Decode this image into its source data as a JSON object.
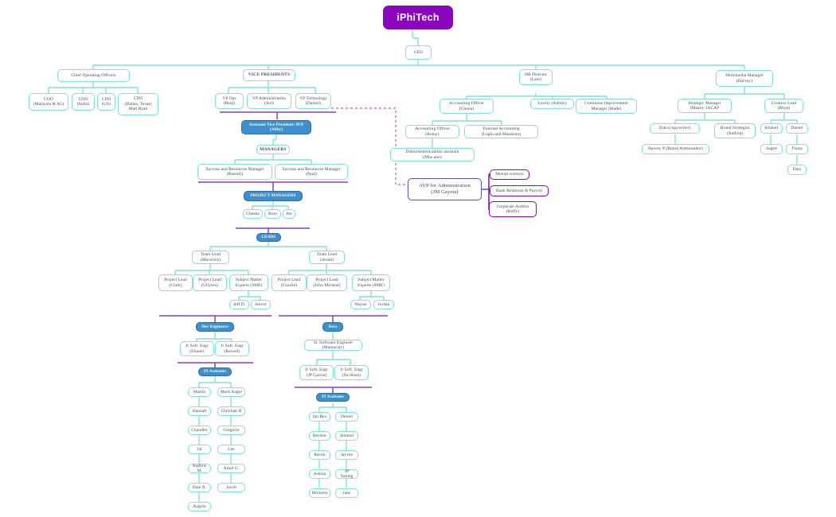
{
  "chart_title": "iPhiTech Organizational Chart",
  "colors": {
    "brand_purple": "#8a05be",
    "teal_border": "#7fe3d8",
    "blue_fill": "#3f8fcc",
    "indigo": "#5a4fd0",
    "dashed_magenta": "#c45ad0",
    "separator_purple": "#8a3fbe",
    "text": "#3a4a52"
  },
  "nodes": {
    "brand": "iPhiTech",
    "ceo": "CEO",
    "coo_group": "Chief Operating Officers",
    "coo_malaysia": "COO\n(Malaysia & SG)",
    "coo_india": "COO\n(India)",
    "cdo_us": "CDO\n(US)",
    "cdo_dallas": "CDO\n(Dallas, Texas)\nMatt Ryan",
    "vice_presidents": "VICE PRESIDENTS",
    "vp_ops": "VP Ops\n(Benj)",
    "vp_admin": "VP Administration\n(Jeri)",
    "vp_tech": "VP Technology\n(Daniel)",
    "avp": "Assistant Vice President/ AVP\n(Abby)",
    "managers": "MANAGERS",
    "srm_russell": "Success and Resources Manager\n(Russell)",
    "srm_paul": "Success and Resources Manager\n(Paul)",
    "project_managers": "PROJECT MANAGERS",
    "pm_cheska": "Cheska",
    "pm_boni": "Boni",
    "pm_jen": "Jen",
    "leads": "LEADS",
    "team_lead_maverick": "Team Lead\n(Maverick)",
    "team_lead_jerald": "Team Lead\n(Jerald)",
    "pl_clark": "Project Lead\n(Clark)",
    "pl_ullyses": "Project Lead\n(Ullyses)",
    "sme_left": "Subject Matter\nExperts (SME)",
    "pl_charlie": "Project Lead\n(Charlie)",
    "pl_john": "Project Lead\n(John Micheal)",
    "sme_right": "Subject Matter\nExperts (SME)",
    "sme_jeff": "Jeff D.",
    "sme_jenver": "Jenver",
    "sme_wayne": "Wayne",
    "sme_jordan": "Jordan",
    "dev_engineers": "Dev Engineers",
    "jse_eliane": "Jr Soft. Engr\n(Eliane)",
    "jse_rowell": "Jr Soft. Engr\n(Rowell)",
    "it_assistants_left": "IT Assitants",
    "devs": "Devs",
    "sr_software_engineer": "Sr. Software Engineer\n(Mamaclay)",
    "jse_jp_garcia": "Jr Soft. Engr\n(JP Garcia)",
    "jse_su_hoon": "Jr Soft. Engr\n(Su Hoon)",
    "it_assistants_right": "IT Assitants",
    "hr_director": "HR Director\n(Laur)",
    "accounting_officer_chona": "Accounting Officer\n(Chona)",
    "lovely_admin": "Lovely (Admin)",
    "cim_made": "Continous Improvement\nManager (Made)",
    "accounting_officer_romy": "Accounting Officer\n(Romy)",
    "external_accounting": "External Accounting\n(Lugtu and Manaloto)",
    "disbursement_assistant": "Disbursement/admin assistant\n(Mhe ann)",
    "avp_administration": "AVP for Administration\n(JM Gayeta)",
    "menial_workers": "Menial workers",
    "bank_relations": "Bank Relations & Payroll",
    "corporate_auditor": "Corporate Auditor\n(Raffy)",
    "multimedia_manager": "Multimedia Manager\n(Harvey)",
    "strategic_manager": "Strategic Manager\n(Maan)- IACAP",
    "creative_lead": "Creative Lead\n(Rhyn)",
    "zian_copywriter": "Zian (copywriter)",
    "brand_strategist": "Brand Strategist\n(Andrea)",
    "khaled": "Khaled",
    "daniel": "Daniel",
    "harvey_p": "Harvey P (Brand Ambassador)",
    "saged": "Saged",
    "thonz": "Thonz",
    "dars": "Dars"
  },
  "it_assistants_left_col_a": [
    "Martin",
    "Hannah",
    "Chandler",
    "Jai",
    "Andrew M.",
    "Dale N.",
    "Angelo"
  ],
  "it_assistants_left_col_b": [
    "Mark Angel",
    "Christian H",
    "Gregorio",
    "Lee",
    "Arnel G.",
    "Jacob"
  ],
  "it_assistants_right_col_a": [
    "Ian Rex",
    "Reyster",
    "Raven",
    "Joshua",
    "Micklein"
  ],
  "it_assistants_right_col_b": [
    "Deniel",
    "Jammel",
    "Jayvee",
    "JP Yalung",
    "Jake"
  ]
}
